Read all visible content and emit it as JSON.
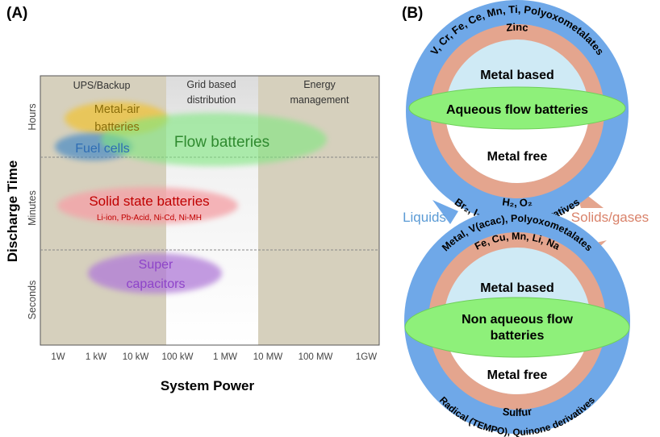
{
  "panel_a": {
    "label": "(A)",
    "y_axis_title": "Discharge Time",
    "x_axis_title": "System Power",
    "y_ticks": [
      "Hours",
      "Minutes",
      "Seconds"
    ],
    "x_ticks": [
      "1W",
      "1 kW",
      "10 kW",
      "100 kW",
      "1 MW",
      "10 MW",
      "100 MW",
      "1GW"
    ],
    "columns": {
      "ups": "UPS/Backup",
      "grid_line1": "Grid based",
      "grid_line2": "distribution",
      "energy_line1": "Energy",
      "energy_line2": "management"
    },
    "regions": {
      "metal_air_line1": "Metal-air",
      "metal_air_line2": "batteries",
      "fuel_cells": "Fuel cells",
      "flow_batteries": "Flow batteries",
      "solid_state": "Solid state batteries",
      "solid_state_examples": "Li-ion, Pb-Acid, Ni-Cd, Ni-MH",
      "super_line1": "Super",
      "super_line2": "capacitors"
    },
    "colors": {
      "metal_air": "#f1c232",
      "fuel_cells": "#3d85c6",
      "flow_batteries": "#7ee87e",
      "solid_state": "#f4a3a8",
      "super_capacitors": "#b07ad8"
    }
  },
  "panel_b": {
    "label": "(B)",
    "aqueous": {
      "outer_top": "V, Cr, Fe, Ce, Mn, Ti, Polyoxometalates",
      "inner_top": "Zinc",
      "metal_based": "Metal based",
      "center_label": "Aqueous flow batteries",
      "metal_free": "Metal free",
      "inner_bottom": "H₂, O₂",
      "outer_bottom": "Br₂, I₂, Quinone derivatives"
    },
    "liquids": "Liquids",
    "solids_gases": "Solids/gases",
    "non_aqueous": {
      "outer_top": "Metal, V(acac), Polyoxometalates",
      "inner_top": "Fe, Cu, Mn, Li, Na",
      "metal_based": "Metal based",
      "center_line1": "Non aqueous flow",
      "center_line2": "batteries",
      "metal_free": "Metal free",
      "inner_bottom": "Sulfur",
      "outer_bottom": "Radical (TEMPO), Quinone derivatives"
    },
    "colors": {
      "outer_ring": "#6fa8e8",
      "inner_ring": "#e4a58e",
      "core": "#cfeaf5",
      "center_ellipse": "#8ef07a",
      "liquids_text": "#5b9bd5",
      "solids_text": "#d9826a"
    }
  }
}
